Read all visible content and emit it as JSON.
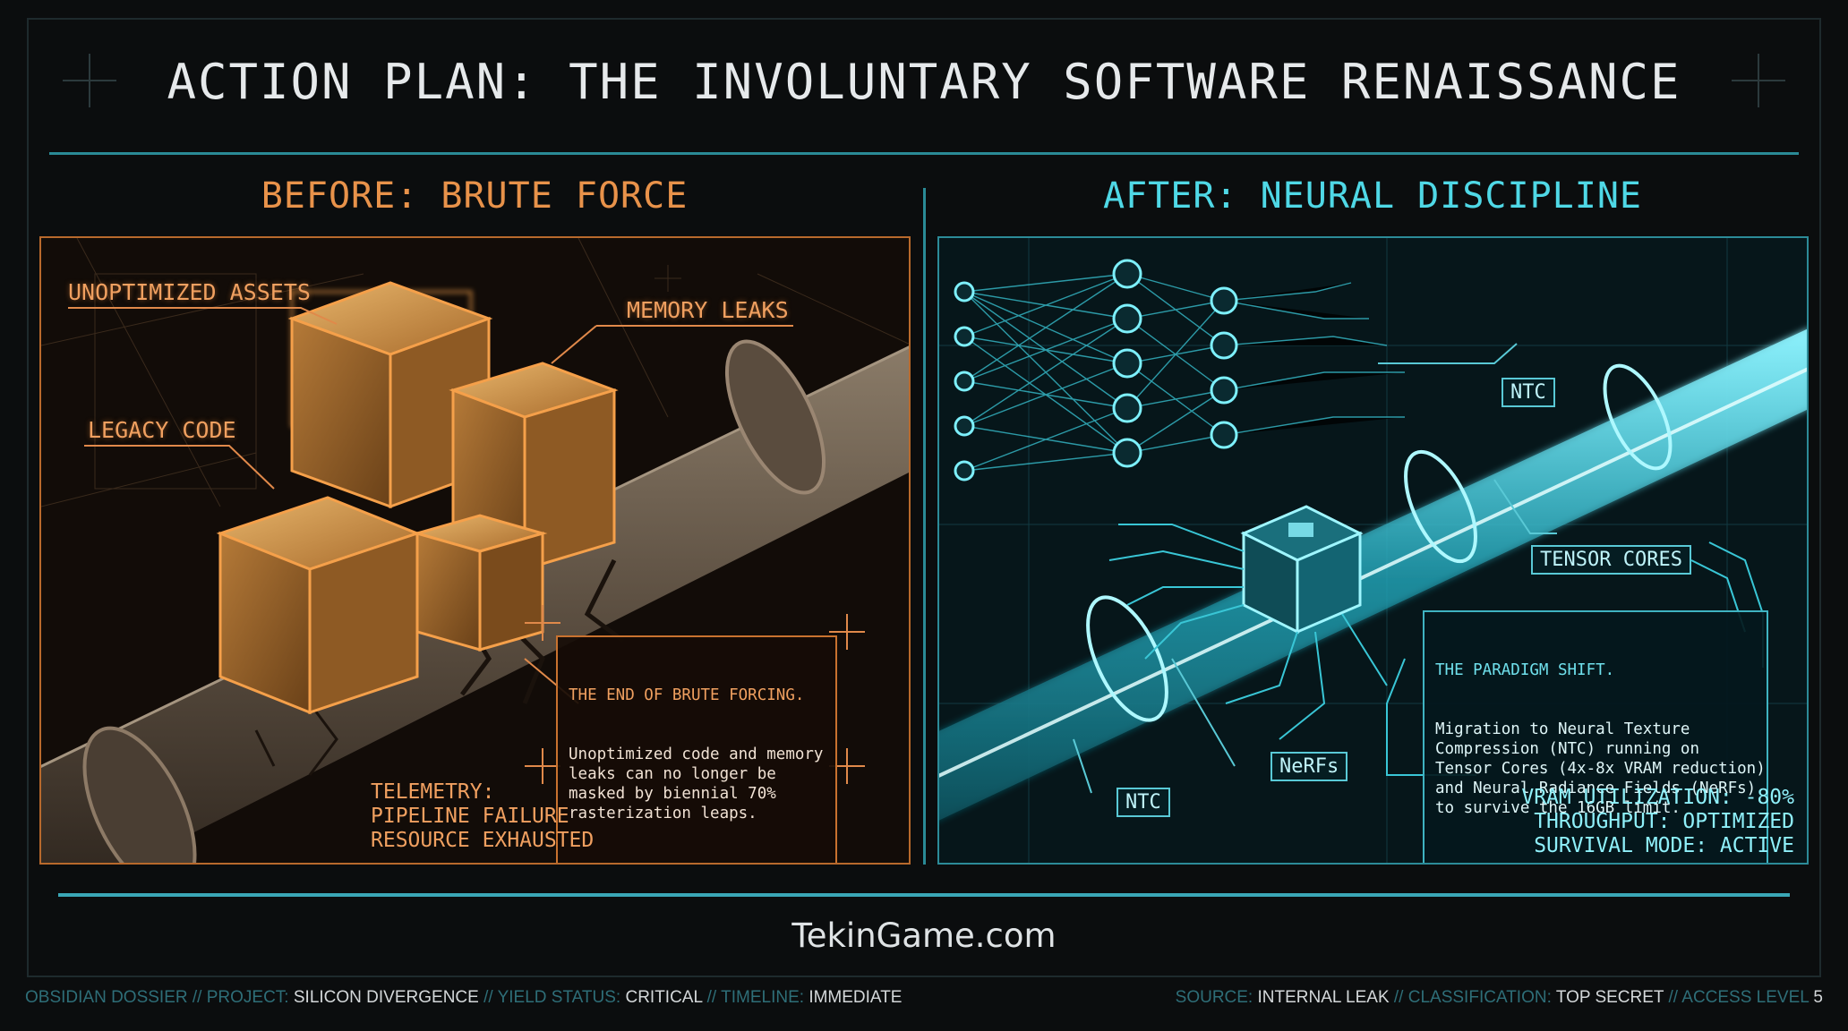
{
  "title": "ACTION PLAN: THE INVOLUNTARY SOFTWARE RENAISSANCE",
  "before": {
    "heading": "BEFORE: BRUTE FORCE",
    "labels": {
      "unoptimized": "UNOPTIMIZED ASSETS",
      "memory": "MEMORY LEAKS",
      "legacy": "LEGACY CODE"
    },
    "callout_title": "THE END OF BRUTE FORCING.",
    "callout_body": "Unoptimized code and memory\nleaks can no longer be\nmasked by biennial 70%\nrasterization leaps.",
    "telemetry": [
      "TELEMETRY:",
      "PIPELINE FAILURE",
      "RESOURCE EXHAUSTED"
    ]
  },
  "after": {
    "heading": "AFTER: NEURAL DISCIPLINE",
    "tags": {
      "ntc_top": "NTC",
      "tensor": "TENSOR CORES",
      "nerfs": "NeRFs",
      "ntc_bottom": "NTC"
    },
    "callout_title": "THE PARADIGM SHIFT.",
    "callout_body": "Migration to Neural Texture\nCompression (NTC) running on\nTensor Cores (4x-8x VRAM reduction)\nand Neural Radiance Fields (NeRFs)\nto survive the 16GB limit.",
    "status": [
      "VRAM UTILIZATION: -80%",
      "THROUGHPUT: OPTIMIZED",
      "SURVIVAL MODE: ACTIVE"
    ]
  },
  "site": "TekinGame.com",
  "footer_left": [
    {
      "key": "OBSIDIAN DOSSIER",
      "value": ""
    },
    {
      "key": "PROJECT:",
      "value": "SILICON DIVERGENCE"
    },
    {
      "key": "YIELD STATUS:",
      "value": "CRITICAL"
    },
    {
      "key": "TIMELINE:",
      "value": "IMMEDIATE"
    }
  ],
  "footer_right": [
    {
      "key": "SOURCE:",
      "value": "INTERNAL LEAK"
    },
    {
      "key": "CLASSIFICATION:",
      "value": "TOP SECRET"
    },
    {
      "key": "ACCESS LEVEL",
      "value": "5"
    }
  ],
  "colors": {
    "orange_accent": "#e8924a",
    "cyan_accent": "#4fd8e6",
    "rule": "#2a8a96"
  }
}
